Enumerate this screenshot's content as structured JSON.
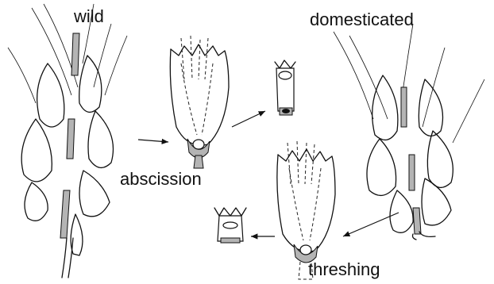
{
  "labels": {
    "wild": "wild",
    "domesticated": "domesticated",
    "abscission": "abscission",
    "threshing": "threshing"
  },
  "colors": {
    "ink": "#111111",
    "rachis_grey": "#b4b4b4",
    "background": "#ffffff"
  }
}
